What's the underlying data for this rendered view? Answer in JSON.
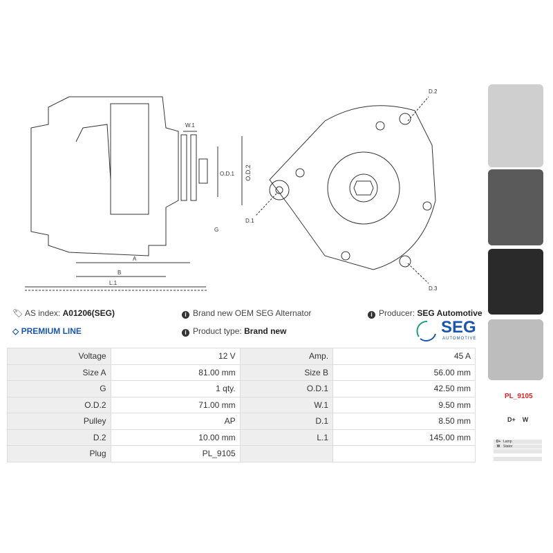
{
  "drawing": {
    "labels": {
      "w1": "W.1",
      "od1": "O.D.1",
      "od2": "O.D.2",
      "g": "G",
      "a": "A",
      "b": "B",
      "l1": "L.1",
      "d1": "D.1",
      "d2": "D.2",
      "d3": "D.3"
    }
  },
  "info": {
    "as_index_label": "AS index:",
    "as_index_value": "A01206(SEG)",
    "premium": "PREMIUM LINE",
    "description": "Brand new OEM SEG Alternator",
    "product_type_label": "Product type:",
    "product_type_value": "Brand new",
    "producer_label": "Producer:",
    "producer_value": "SEG Automotive",
    "logo_text": "SEG",
    "logo_sub": "AUTOMOTIVE"
  },
  "specs": [
    [
      "Voltage",
      "12 V",
      "Amp.",
      "45 A"
    ],
    [
      "Size A",
      "81.00 mm",
      "Size B",
      "56.00 mm"
    ],
    [
      "G",
      "1 qty.",
      "O.D.1",
      "42.50 mm"
    ],
    [
      "O.D.2",
      "71.00 mm",
      "W.1",
      "9.50 mm"
    ],
    [
      "Pulley",
      "AP",
      "D.1",
      "8.50 mm"
    ],
    [
      "D.2",
      "10.00 mm",
      "L.1",
      "145.00 mm"
    ],
    [
      "Plug",
      "PL_9105",
      "",
      ""
    ]
  ],
  "plug": {
    "name": "PL_9105",
    "terminals": "D+    W",
    "legend": [
      [
        "D+",
        "Lamp"
      ],
      [
        "W",
        "Stator"
      ]
    ]
  },
  "colors": {
    "accent": "#1a56b0",
    "plug": "#e02020",
    "logo_green": "#1aa07a"
  }
}
